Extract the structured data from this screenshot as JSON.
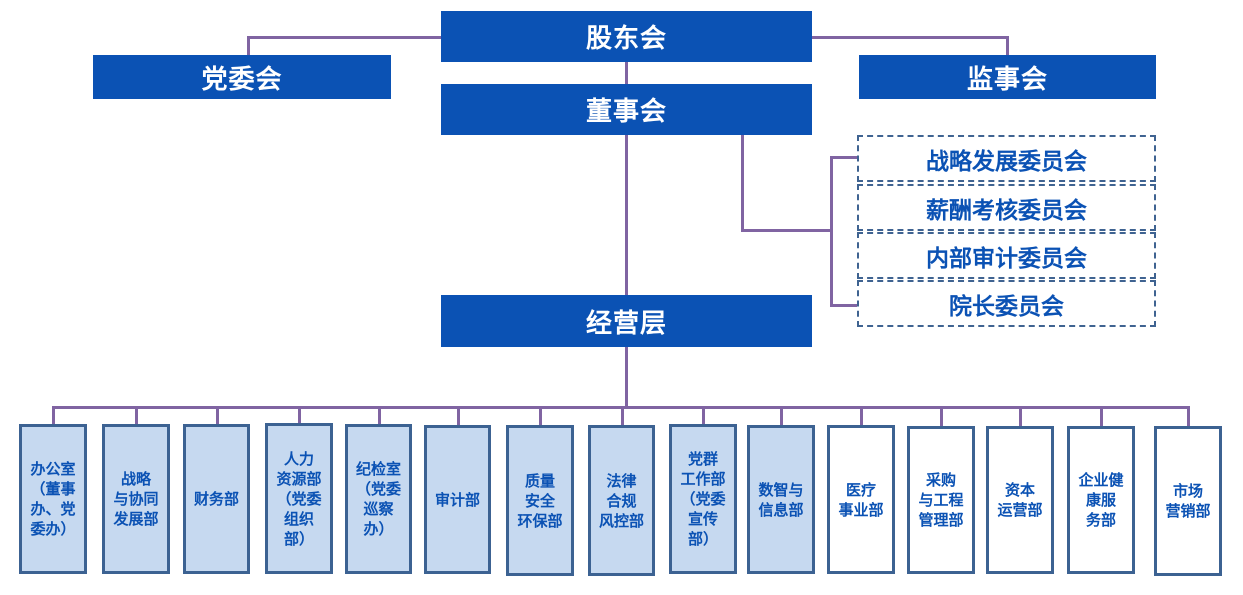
{
  "colors": {
    "solid_fill": "#0b52b4",
    "connector": "#8064a2",
    "dept_border": "#3c6292",
    "dept_shaded_fill": "#c6d9f0",
    "dept_plain_fill": "#ffffff",
    "dashed_border": "#3f6391"
  },
  "top": {
    "shareholders": "股东会",
    "party_committee": "党委会",
    "supervisory_board": "监事会",
    "board": "董事会",
    "management": "经营层"
  },
  "committees": [
    "战略发展委员会",
    "薪酬考核委员会",
    "内部审计委员会",
    "院长委员会"
  ],
  "departments": [
    {
      "label": "办公室\n（董事\n办、党\n委办）",
      "style": "shaded"
    },
    {
      "label": "战略\n与协同\n发展部",
      "style": "shaded"
    },
    {
      "label": "财务部",
      "style": "shaded"
    },
    {
      "label": "人力\n资源部\n（党委\n组织\n部）",
      "style": "shaded"
    },
    {
      "label": "纪检室\n（党委\n巡察\n办）",
      "style": "shaded"
    },
    {
      "label": "审计部",
      "style": "shaded"
    },
    {
      "label": "质量\n安全\n环保部",
      "style": "shaded"
    },
    {
      "label": "法律\n合规\n风控部",
      "style": "shaded"
    },
    {
      "label": "党群\n工作部\n（党委\n宣传\n部）",
      "style": "shaded"
    },
    {
      "label": "数智与\n信息部",
      "style": "shaded"
    },
    {
      "label": "医疗\n事业部",
      "style": "plain"
    },
    {
      "label": "采购\n与工程\n管理部",
      "style": "plain"
    },
    {
      "label": "资本\n运营部",
      "style": "plain"
    },
    {
      "label": "企业健\n康服\n务部",
      "style": "plain"
    },
    {
      "label": "市场\n营销部",
      "style": "plain"
    }
  ]
}
